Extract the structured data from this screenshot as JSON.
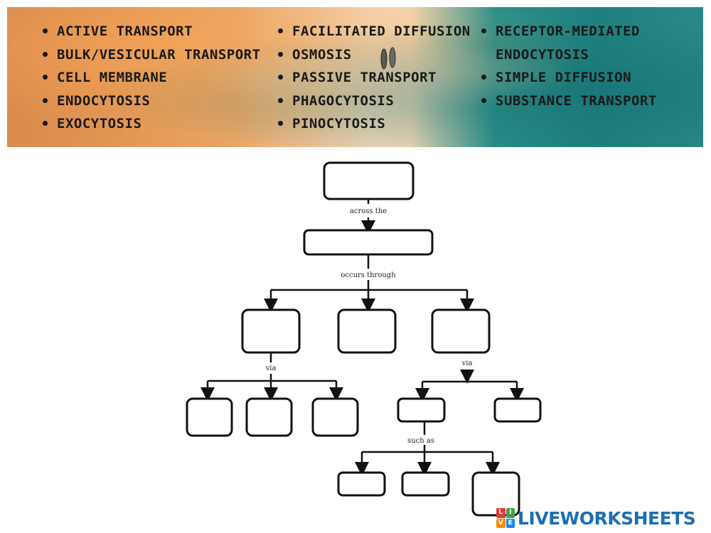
{
  "word_bank": {
    "column1": [
      "ACTIVE TRANSPORT",
      "BULK/VESICULAR TRANSPORT",
      "CELL MEMBRANE",
      "ENDOCYTOSIS",
      "EXOCYTOSIS"
    ],
    "column2": [
      "FACILITATED DIFFUSION",
      "OSMOSIS",
      "PASSIVE TRANSPORT",
      "PHAGOCYTOSIS",
      "PINOCYTOSIS"
    ],
    "column3_line1": "RECEPTOR-MEDIATED",
    "column3_line2": "ENDOCYTOSIS",
    "column3_rest": [
      "SIMPLE DIFFUSION",
      "SUBSTANCE TRANSPORT"
    ]
  },
  "connectors": {
    "across_the": "across the",
    "occurs_through": "occurs through",
    "via_left": "via",
    "via_right": "via",
    "such_as": "such as"
  },
  "branding": {
    "logo_text": "LIVEWORKSHEETS",
    "badge_letters": [
      "L",
      "I",
      "V",
      "E"
    ],
    "brand_color": "#1d6fb0"
  }
}
